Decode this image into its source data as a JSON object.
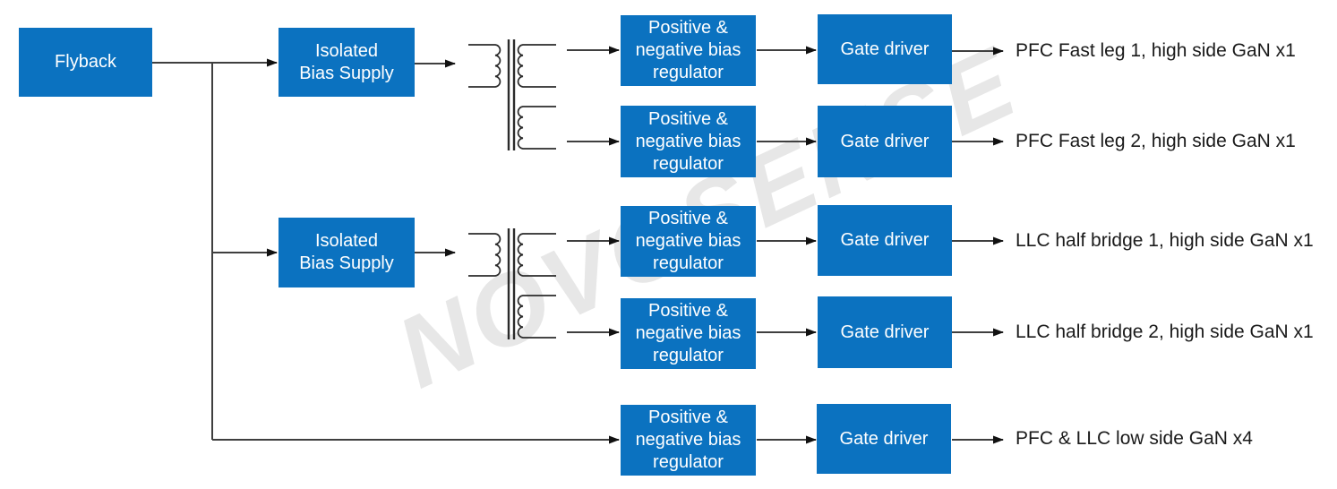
{
  "diagram": {
    "watermark": "NOVOSENSE",
    "nodes": {
      "flyback": "Flyback",
      "isolated_bias_supply": "Isolated Bias Supply",
      "bias_regulator": "Positive & negative bias regulator",
      "gate_driver": "Gate driver"
    },
    "outputs": [
      "PFC Fast leg 1, high side GaN x1",
      "PFC Fast leg 2, high side GaN x1",
      "LLC half bridge 1, high side GaN x1",
      "LLC half bridge 2, high side GaN x1",
      "PFC & LLC low side GaN x4"
    ],
    "colors": {
      "box_fill": "#0b72c0",
      "box_text": "#ffffff",
      "line": "#3f3f3f",
      "arrowhead": "#111111",
      "output_text": "#1a1a1a",
      "watermark": "#e7e7e7"
    }
  }
}
